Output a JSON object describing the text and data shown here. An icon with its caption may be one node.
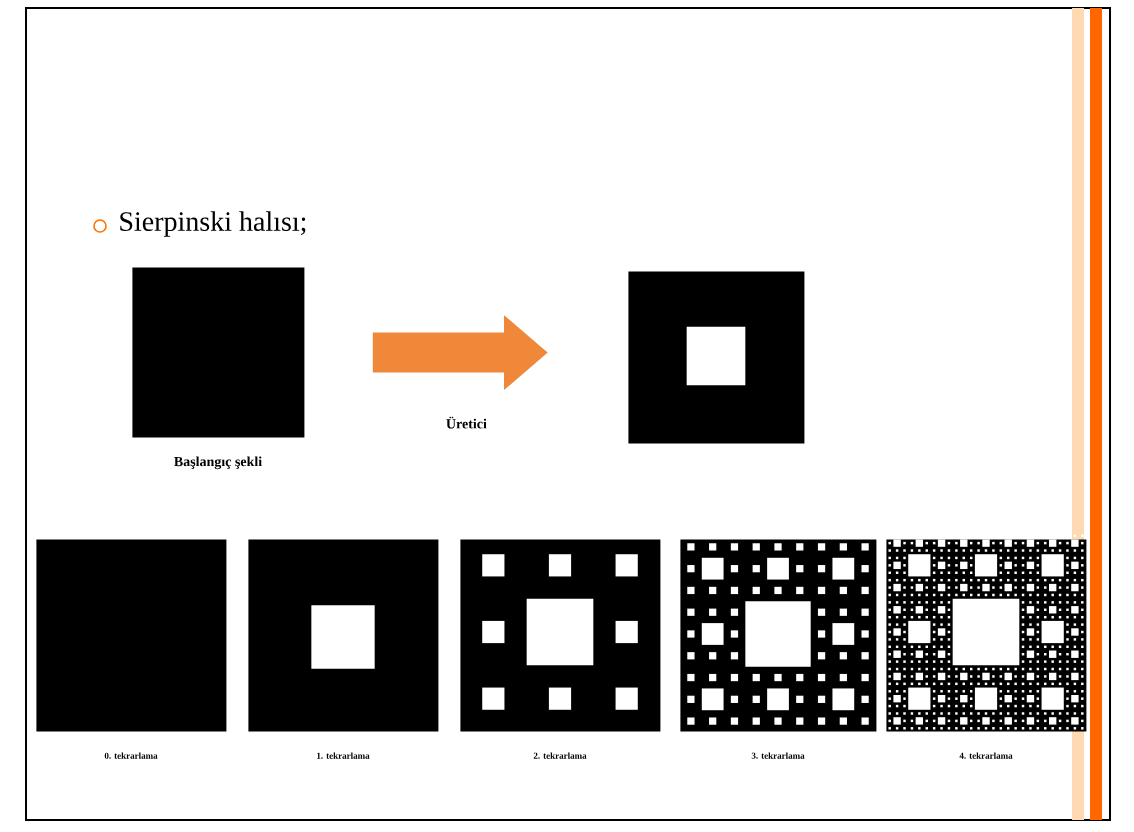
{
  "diagram": {
    "title": "Sierpinski halısı;",
    "nodes": [
      {
        "text": [],
        "shape": "box",
        "beside": [
          "Başlangıç şekli"
        ]
      },
      {
        "text": [],
        "shape": "box"
      },
      {
        "text": [],
        "shape": "box",
        "beside": [
          "0. tekrarlama"
        ]
      },
      {
        "text": [],
        "shape": "box",
        "beside": [
          "1. tekrarlama"
        ]
      },
      {
        "text": [],
        "shape": "box",
        "beside": [
          "2. tekrarlama"
        ]
      },
      {
        "text": [],
        "shape": "box",
        "beside": [
          "3. tekrarlama"
        ]
      },
      {
        "text": [],
        "shape": "box",
        "beside": [
          "4. tekrarlama"
        ]
      }
    ],
    "edges": [
      {
        "from": 0,
        "to": 1,
        "arrow": "to",
        "label": "Üretici",
        "color": "#f0883a"
      }
    ]
  }
}
